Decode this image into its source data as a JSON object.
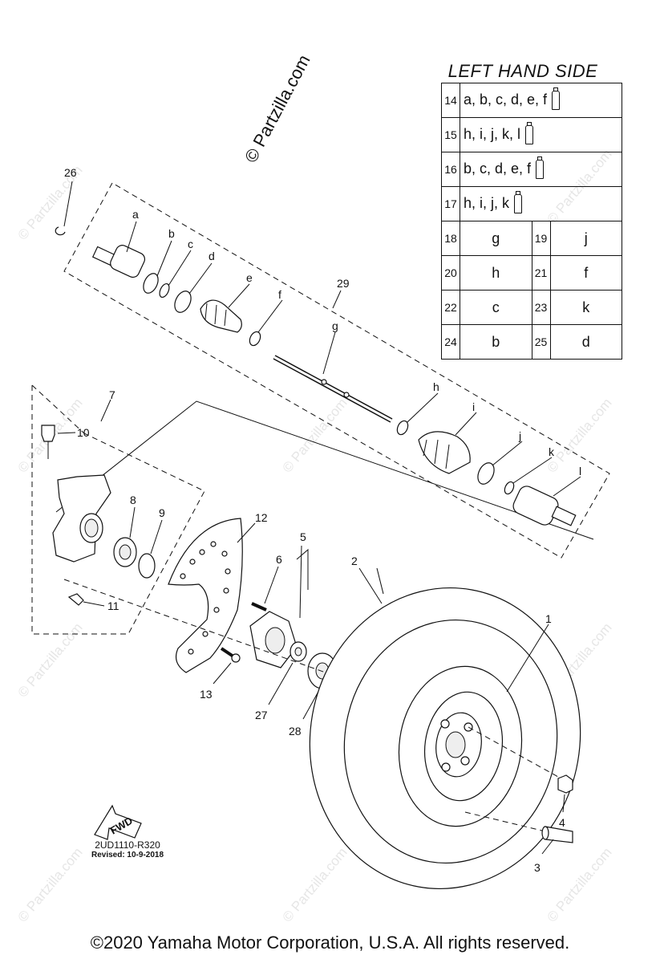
{
  "watermark": "© Partzilla.com",
  "watermark_small": "© Partzilla.com",
  "table": {
    "title": "LEFT HAND SIDE",
    "full_rows": [
      {
        "num": "14",
        "codes": "a, b, c, d, e, f",
        "icon": "grease-tube-icon"
      },
      {
        "num": "15",
        "codes": "h, i, j, k, l",
        "icon": "grease-tube-icon"
      },
      {
        "num": "16",
        "codes": "b, c, d, e, f",
        "icon": "grease-tube-icon"
      },
      {
        "num": "17",
        "codes": "h, i, j, k",
        "icon": "grease-tube-icon"
      }
    ],
    "pair_rows": [
      {
        "n1": "18",
        "v1": "g",
        "n2": "19",
        "v2": "j"
      },
      {
        "n1": "20",
        "v1": "h",
        "n2": "21",
        "v2": "f"
      },
      {
        "n1": "22",
        "v1": "c",
        "n2": "23",
        "v2": "k"
      },
      {
        "n1": "24",
        "v1": "b",
        "n2": "25",
        "v2": "d"
      }
    ]
  },
  "callouts": {
    "c1": "1",
    "c2": "2",
    "c3": "3",
    "c4": "4",
    "c5": "5",
    "c6": "6",
    "c7": "7",
    "c8": "8",
    "c9": "9",
    "c10": "10",
    "c11": "11",
    "c12": "12",
    "c13": "13",
    "c26": "26",
    "c27": "27",
    "c28": "28",
    "c29": "29",
    "la": "a",
    "lb": "b",
    "lc": "c",
    "ld": "d",
    "le": "e",
    "lf": "f",
    "lg": "g",
    "lh": "h",
    "li": "i",
    "lj": "j",
    "lk": "k",
    "ll": "l"
  },
  "fwd_label": "FWD",
  "reference": {
    "code": "2UD1110-R320",
    "revised": "Revised: 10-9-2018"
  },
  "copyright": "©2020 Yamaha Motor Corporation, U.S.A. All rights reserved."
}
